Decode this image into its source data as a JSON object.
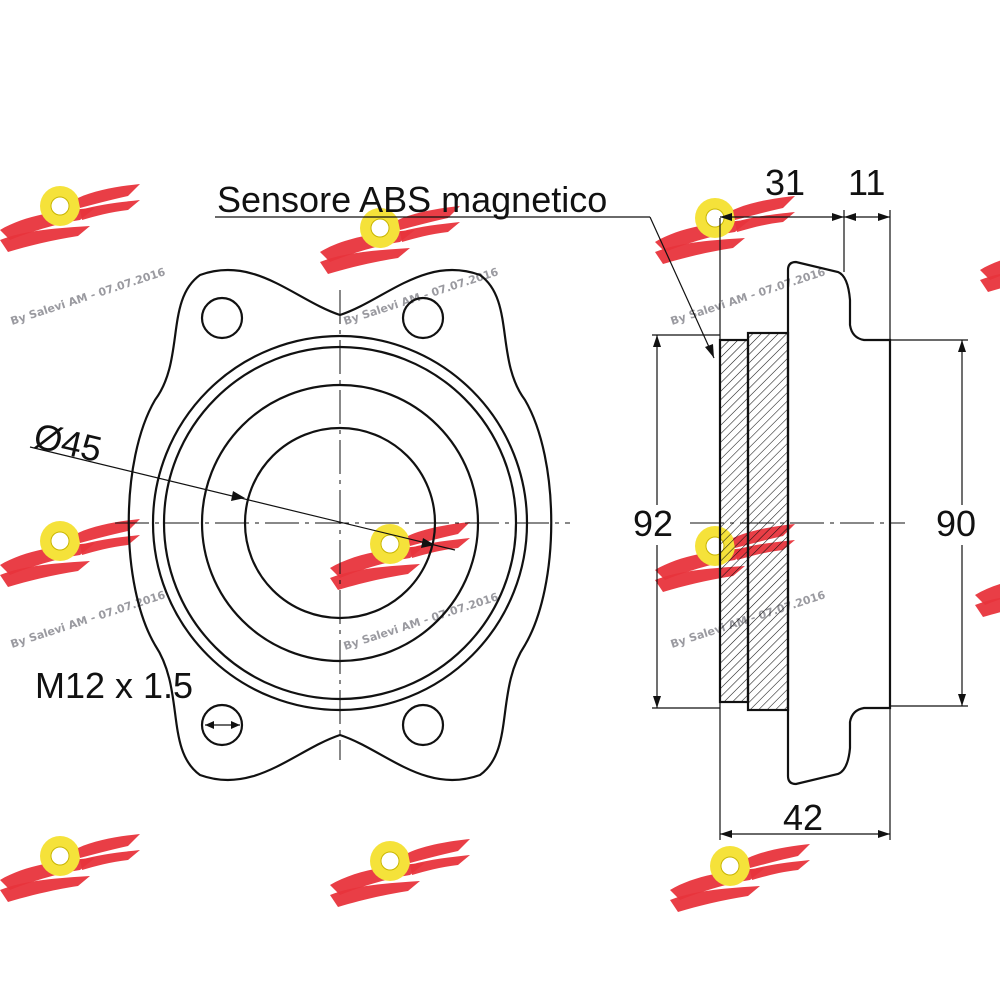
{
  "drawing": {
    "label_sensor": "Sensore ABS magnetico",
    "label_diameter": "Ø45",
    "label_thread": "M12 x 1.5",
    "dim_top_left": "31",
    "dim_top_right": "11",
    "dim_left_height": "92",
    "dim_right_height": "90",
    "dim_bottom_width": "42"
  },
  "watermark": {
    "text": "By Salevi AM - 07.07.2016",
    "logo": "winged-wheel-logo",
    "colors": {
      "wing": "#e8343c",
      "wheel": "#f5e23a"
    }
  }
}
